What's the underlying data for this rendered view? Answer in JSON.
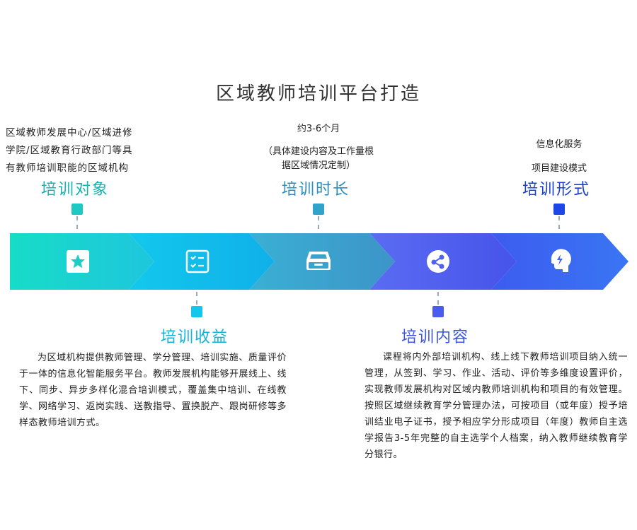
{
  "title": "区域教师培训平台打造",
  "sections": {
    "target": {
      "heading": "培训对象",
      "desc_lines": [
        "区域教师发展中心/区域进修",
        "学院/区域教育行政部门等具",
        "有教师培训职能的区域机构"
      ],
      "color": "#17b3b0",
      "icon": "star-icon"
    },
    "benefit": {
      "heading": "培训收益",
      "paragraph": "为区域机构提供教师管理、学分管理、培训实施、质量评价于一体的信息化智能服务平台。教师发展机构能够开展线上、线下、同步、异步多样化混合培训模式，覆盖集中培训、在线教学、网络学习、返岗实践、送教指导、置换脱产、跟岗研修等多样态教师培训方式。",
      "color": "#0fb3de",
      "icon": "checklist-icon"
    },
    "duration": {
      "heading": "培训时长",
      "line1": "约3-6个月",
      "line2": "（具体建设内容及工作量根",
      "line3": "据区域情况定制）",
      "color": "#2a8fc0",
      "icon": "inbox-tray-icon"
    },
    "content": {
      "heading": "培训内容",
      "paragraph": "课程将内外部培训机构、线上线下教师培训项目纳入统一管理，从签到、学习、作业、活动、评价等多维度设置评价，实现教师发展机构对区域内教师培训机构和项目的有效管理。按照区域继续教育学分管理办法，可按项目（或年度）授予培训结业电子证书，授予相应学分形成项目（年度）教师自主选学报告3-5年完整的自主选学个人档案，纳入教师继续教育学分银行。",
      "color": "#3d55e6",
      "icon": "share-nodes-icon"
    },
    "format": {
      "heading": "培训形式",
      "line1": "信息化服务",
      "line2": "项目建设模式",
      "color": "#1b3fd6",
      "icon": "lightbulb-head-icon"
    }
  },
  "colors": {
    "arrow1": "#17d3c8",
    "arrow2": "#12bde8",
    "arrow3": "#3aa0cc",
    "arrow4": "#4a5ef0",
    "arrow5": "#3b66f2"
  }
}
